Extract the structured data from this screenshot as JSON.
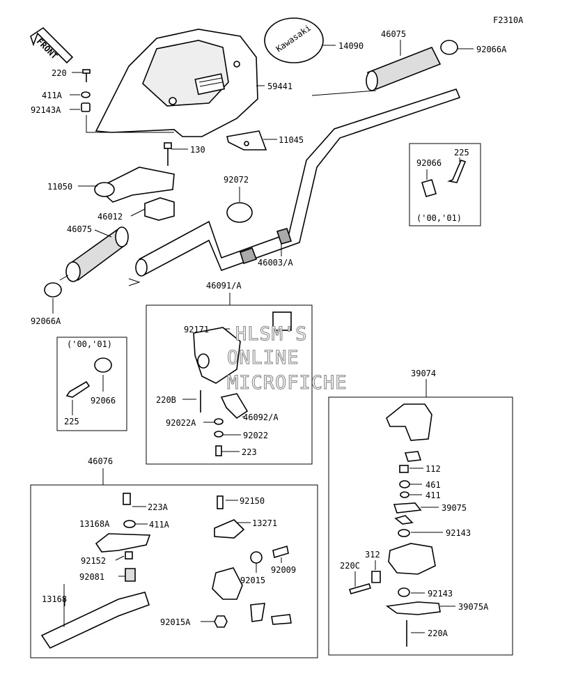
{
  "diagram_code": "F2310A",
  "front_label": "FRONT",
  "emblem_text": "Kawasaki",
  "watermark": [
    "HLSM'S",
    "ONLINE",
    "MICROFICHE"
  ],
  "groups": {
    "switch_assembly": "46091/A",
    "clutch_lever_assembly": "46076",
    "throttle_case_assembly": "39074",
    "variant_box_a_title": "('00,'01)",
    "variant_box_b_title": "('00,'01)"
  },
  "parts": {
    "p14090": "14090",
    "p46075_top": "46075",
    "p92066A_top": "92066A",
    "p59441": "59441",
    "p220": "220",
    "p411A": "411A",
    "p92143A": "92143A",
    "p11045": "11045",
    "p130": "130",
    "p11050": "11050",
    "p92072": "92072",
    "p46012": "46012",
    "p46075_left": "46075",
    "p46003A": "46003/A",
    "p92066A_left": "92066A",
    "vb_92066": "92066",
    "vb_225": "225",
    "vl_92066": "92066",
    "vl_225": "225",
    "s92171": "92171",
    "s220B": "220B",
    "s92022A": "92022A",
    "s46092A": "46092/A",
    "s92022": "92022",
    "s223": "223",
    "c223A": "223A",
    "c13168A": "13168A",
    "c411A": "411A",
    "c92152": "92152",
    "c92081": "92081",
    "c13168": "13168",
    "c92150": "92150",
    "c13271": "13271",
    "c92015": "92015",
    "c92009": "92009",
    "c92015A": "92015A",
    "t112": "112",
    "t461": "461",
    "t411": "411",
    "t39075": "39075",
    "t92143_a": "92143",
    "t312": "312",
    "t220C": "220C",
    "t92143_b": "92143",
    "t39075A": "39075A",
    "t220A": "220A"
  }
}
